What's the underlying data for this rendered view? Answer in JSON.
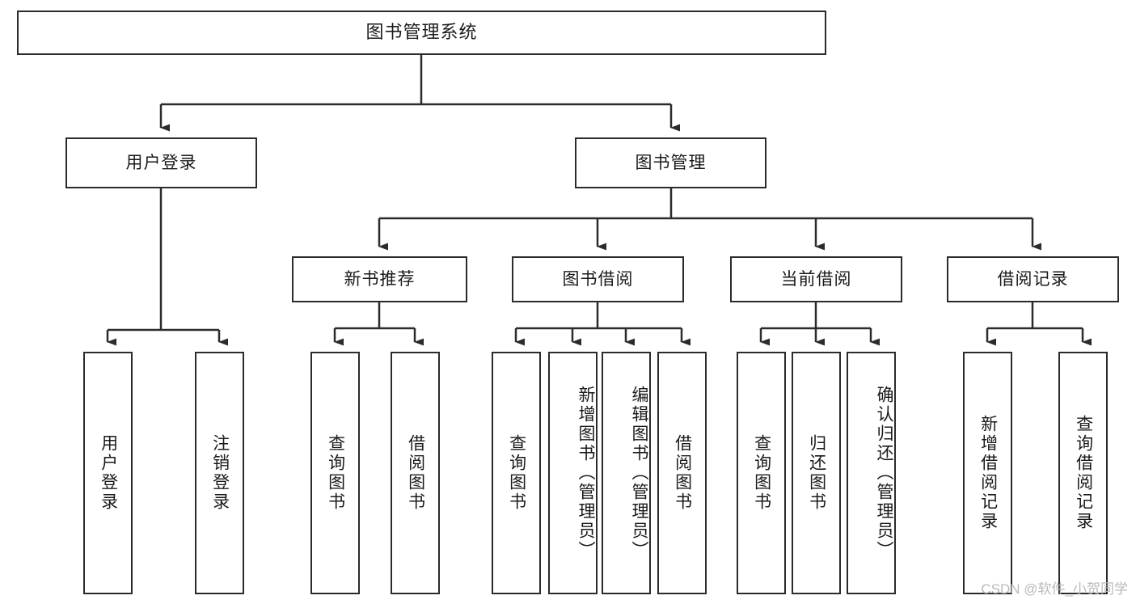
{
  "diagram": {
    "title": "图书管理系统",
    "type": "tree-hierarchy-diagram",
    "root": {
      "label": "图书管理系统"
    },
    "level2": [
      {
        "label": "用户登录"
      },
      {
        "label": "图书管理"
      }
    ],
    "level3": [
      {
        "label": "新书推荐"
      },
      {
        "label": "图书借阅"
      },
      {
        "label": "当前借阅"
      },
      {
        "label": "借阅记录"
      }
    ],
    "leaves": {
      "user_login": [
        {
          "label": "用户登录"
        },
        {
          "label": "注销登录"
        }
      ],
      "new_book_recommend": [
        {
          "label": "查询图书"
        },
        {
          "label": "借阅图书"
        }
      ],
      "book_borrow": [
        {
          "label": "查询图书"
        },
        {
          "label": "新增图书（管理员）"
        },
        {
          "label": "编辑图书（管理员）"
        },
        {
          "label": "借阅图书"
        }
      ],
      "current_borrow": [
        {
          "label": "查询图书"
        },
        {
          "label": "归还图书"
        },
        {
          "label": "确认归还（管理员）"
        }
      ],
      "borrow_record": [
        {
          "label": "新增借阅记录"
        },
        {
          "label": "查询借阅记录"
        }
      ]
    },
    "watermark": "CSDN @软件_小贺同学",
    "colors": {
      "border": "#2b2b2b",
      "background": "#ffffff",
      "text": "#1a1a1a",
      "connector": "#2b2b2b",
      "watermark": "#b9b9b9"
    }
  }
}
